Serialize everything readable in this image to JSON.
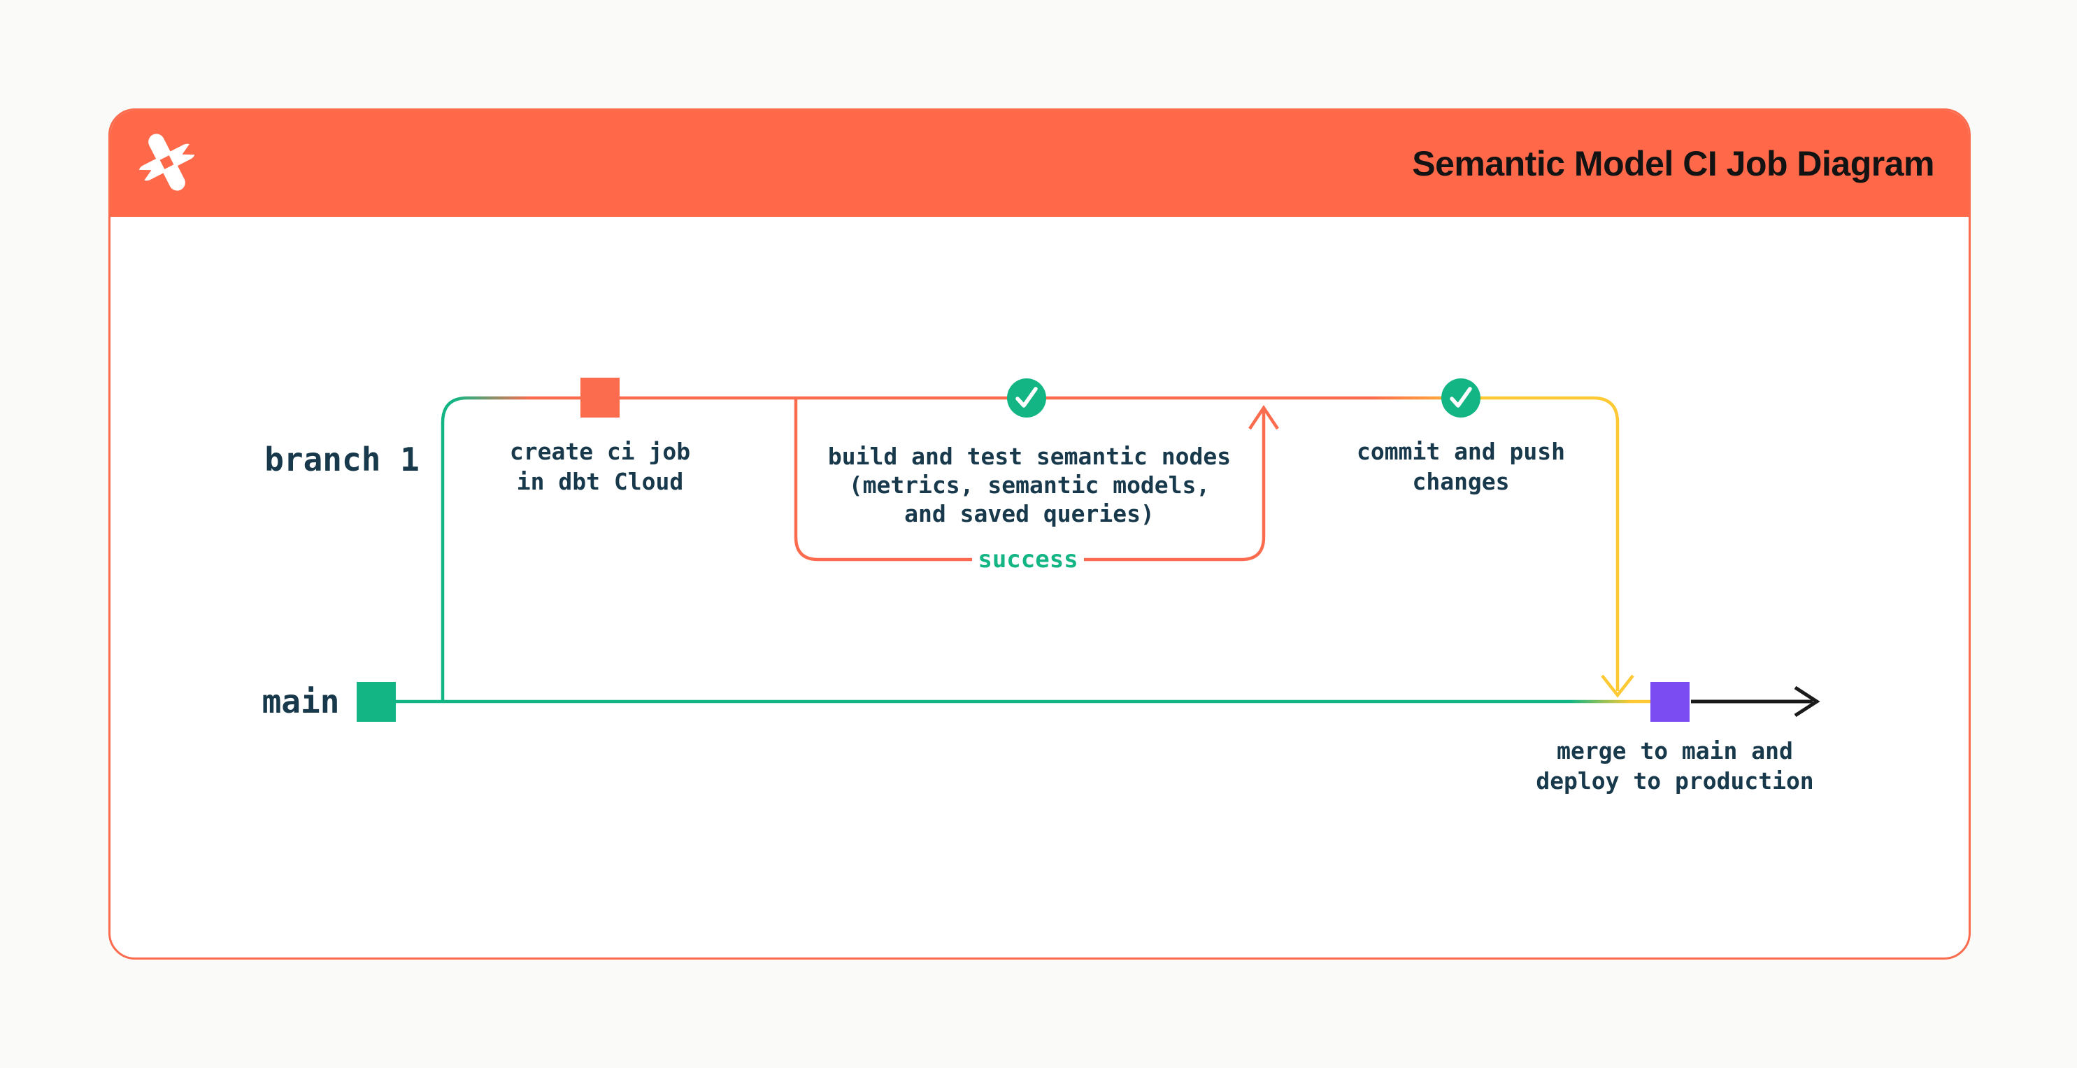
{
  "header": {
    "title": "Semantic Model CI Job Diagram",
    "logo_icon": "dbt-star-logo"
  },
  "labels": {
    "branch": "branch 1",
    "main": "main",
    "create": "create ci job\nin dbt Cloud",
    "build": "build and test semantic nodes\n(metrics, semantic models,\nand saved queries)",
    "success": "success",
    "commit": "commit and push\nchanges",
    "merge": "merge to main and\ndeploy to production"
  },
  "icons": {
    "check_build": "check-circle",
    "check_commit": "check-circle",
    "up_arrow": "arrowhead-up",
    "down_arrow": "arrowhead-down",
    "right_arrow": "arrowhead-right"
  },
  "colors": {
    "orange": "#FF694A",
    "line_orange": "#FB6B4E",
    "green": "#14B584",
    "yellow": "#FFC933",
    "purple": "#7C4CF3",
    "navy": "#17394B",
    "black": "#1A1A1A",
    "white": "#FFFFFF",
    "card_bg": "#FFFFFF",
    "page_bg": "#FAFAF8",
    "title_color": "#131313"
  }
}
